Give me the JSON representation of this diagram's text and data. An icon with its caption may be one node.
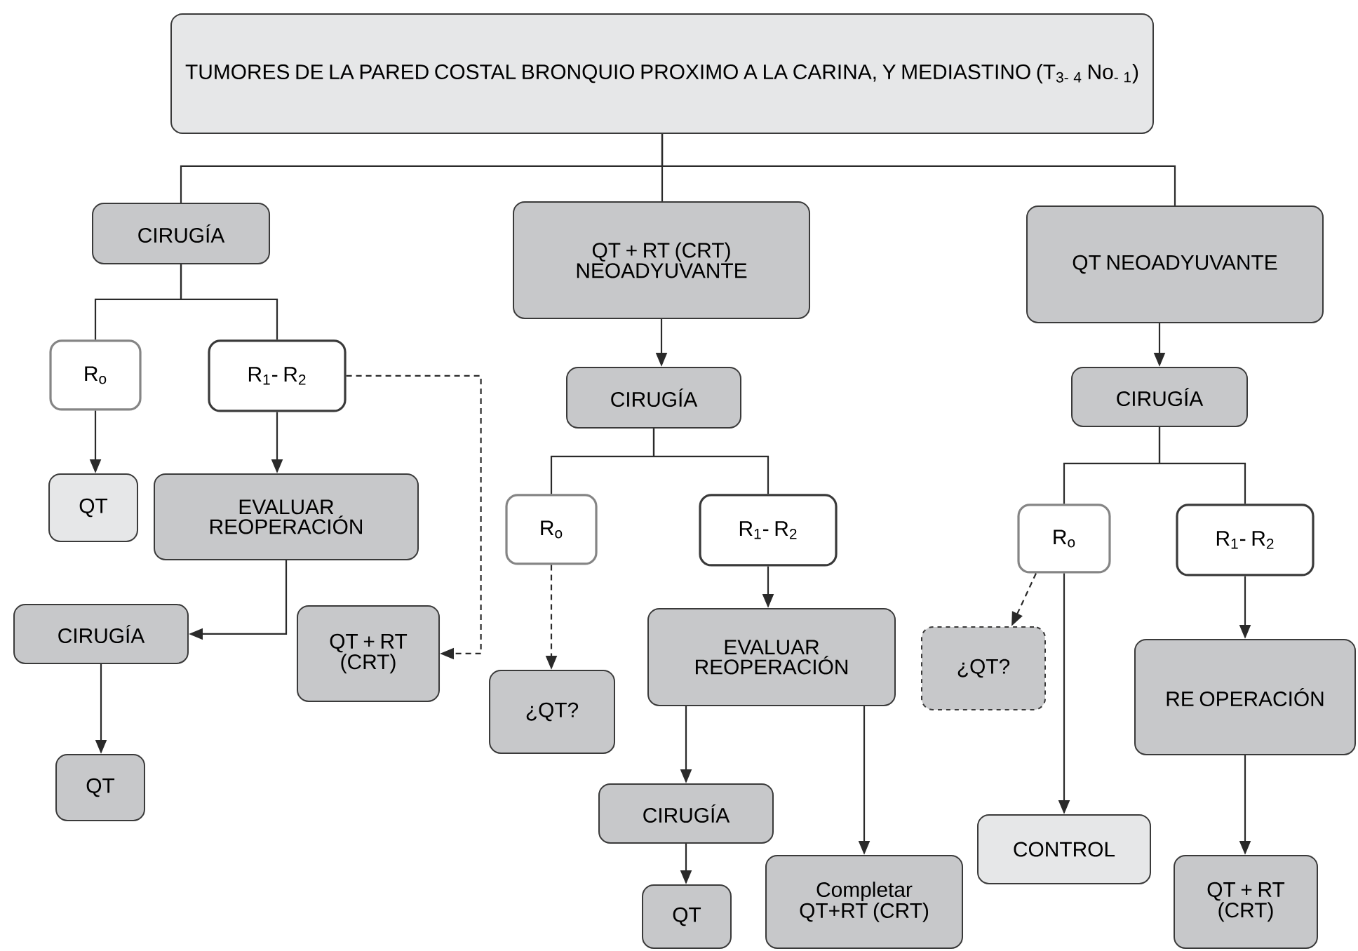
{
  "diagram": {
    "nodes": [
      {
        "text": [
          "TUMORES DE LA PARED COSTAL BRONQUIO PROXIMO A LA CARINA, Y MEDIASTINO (T$_{3- 4}$ No$_{- 1}$)"
        ]
      },
      {
        "text": [
          "CIRUGÍA"
        ]
      },
      {
        "text": [
          "QT + RT (CRT) NEOADYUVANTE"
        ]
      },
      {
        "text": [
          "QT NEOADYUVANTE"
        ]
      },
      {
        "text": [
          "R$_{o}$"
        ]
      },
      {
        "text": [
          "R$_{1}$- R$_{2}$"
        ]
      },
      {
        "text": [
          "QT"
        ]
      },
      {
        "text": [
          "EVALUAR REOPERACIÓN"
        ]
      },
      {
        "text": [
          "CIRUGÍA"
        ]
      },
      {
        "text": [
          "QT + RT (CRT)"
        ]
      },
      {
        "text": [
          "QT"
        ]
      },
      {
        "text": [
          "CIRUGÍA"
        ]
      },
      {
        "text": [
          "R$_{o}$"
        ]
      },
      {
        "text": [
          "R$_{1}$- R$_{2}$"
        ]
      },
      {
        "text": [
          "¿QT?"
        ]
      },
      {
        "text": [
          "EVALUAR REOPERACIÓN"
        ]
      },
      {
        "text": [
          "CIRUGÍA"
        ]
      },
      {
        "text": [
          "QT"
        ]
      },
      {
        "text": [
          "Completar QT+RT (CRT)"
        ]
      },
      {
        "text": [
          "CIRUGÍA"
        ]
      },
      {
        "text": [
          "R$_{o}$"
        ]
      },
      {
        "text": [
          "R$_{1}$- R$_{2}$"
        ]
      },
      {
        "text": [
          "¿QT?"
        ]
      },
      {
        "text": [
          "RE OPERACIÓN"
        ]
      },
      {
        "text": [
          "CONTROL"
        ]
      },
      {
        "text": [
          "QT + RT (CRT)"
        ]
      }
    ],
    "edges": [
      {
        "from": 0,
        "to": 1,
        "arrow": "none"
      },
      {
        "from": 0,
        "to": 2,
        "arrow": "none"
      },
      {
        "from": 0,
        "to": 3,
        "arrow": "none"
      },
      {
        "from": 1,
        "to": 4,
        "arrow": "none"
      },
      {
        "from": 1,
        "to": 5,
        "arrow": "none"
      },
      {
        "from": 4,
        "to": 6,
        "arrow": "to"
      },
      {
        "from": 5,
        "to": 7,
        "arrow": "to"
      },
      {
        "from": 7,
        "to": 8,
        "arrow": "to"
      },
      {
        "from": 5,
        "to": 9,
        "arrow": "to",
        "style": "dashed"
      },
      {
        "from": 8,
        "to": 10,
        "arrow": "to"
      },
      {
        "from": 2,
        "to": 11,
        "arrow": "to"
      },
      {
        "from": 11,
        "to": 12,
        "arrow": "none"
      },
      {
        "from": 11,
        "to": 13,
        "arrow": "none"
      },
      {
        "from": 12,
        "to": 14,
        "arrow": "to",
        "style": "dashed"
      },
      {
        "from": 13,
        "to": 15,
        "arrow": "to"
      },
      {
        "from": 15,
        "to": 16,
        "arrow": "to"
      },
      {
        "from": 16,
        "to": 17,
        "arrow": "to"
      },
      {
        "from": 15,
        "to": 18,
        "arrow": "to"
      },
      {
        "from": 3,
        "to": 19,
        "arrow": "to"
      },
      {
        "from": 19,
        "to": 20,
        "arrow": "none"
      },
      {
        "from": 19,
        "to": 21,
        "arrow": "none"
      },
      {
        "from": 20,
        "to": 22,
        "arrow": "to",
        "style": "dashed"
      },
      {
        "from": 20,
        "to": 24,
        "arrow": "to"
      },
      {
        "from": 21,
        "to": 23,
        "arrow": "to"
      },
      {
        "from": 23,
        "to": 25,
        "arrow": "to"
      }
    ]
  }
}
